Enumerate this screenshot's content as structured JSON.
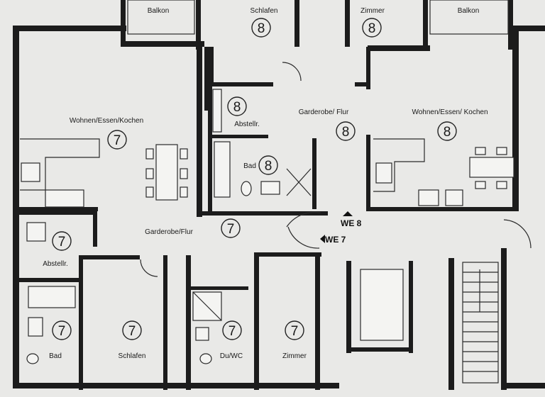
{
  "rooms": {
    "balkon_left": "Balkon",
    "schlafen_top": "Schlafen",
    "zimmer_top": "Zimmer",
    "balkon_right": "Balkon",
    "wohnen_left": "Wohnen/Essen/Kochen",
    "abstellr_top": "Abstellr.",
    "garderobe_top": "Garderobe/ Flur",
    "wohnen_right": "Wohnen/Essen/ Kochen",
    "bad_top": "Bad",
    "garderobe_left": "Garderobe/Flur",
    "abstellr_left": "Abstellr.",
    "bad_left": "Bad",
    "schlafen_bottom": "Schlafen",
    "duwc": "Du/WC",
    "zimmer_bottom": "Zimmer"
  },
  "unit_badges": {
    "schlafen_top": "8",
    "zimmer_top": "8",
    "abstellr_top": "8",
    "garderobe_top": "8",
    "wohnen_right": "8",
    "bad_top": "8",
    "wohnen_left": "7",
    "garderobe_left": "7",
    "abstellr_left": "7",
    "bad_left": "7",
    "schlafen_bottom": "7",
    "duwc": "7",
    "zimmer_bottom": "7"
  },
  "entrances": {
    "we8": "WE 8",
    "we7": "WE 7"
  }
}
